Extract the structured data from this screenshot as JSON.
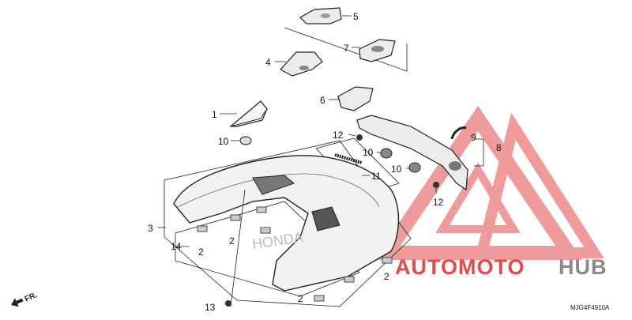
{
  "diagram": {
    "callouts": [
      {
        "id": "c1",
        "label": "1"
      },
      {
        "id": "c2a",
        "label": "2"
      },
      {
        "id": "c2b",
        "label": "2"
      },
      {
        "id": "c2c",
        "label": "2"
      },
      {
        "id": "c2d",
        "label": "2"
      },
      {
        "id": "c3",
        "label": "3"
      },
      {
        "id": "c4",
        "label": "4"
      },
      {
        "id": "c5",
        "label": "5"
      },
      {
        "id": "c6",
        "label": "6"
      },
      {
        "id": "c7",
        "label": "7"
      },
      {
        "id": "c8",
        "label": "8"
      },
      {
        "id": "c9",
        "label": "9"
      },
      {
        "id": "c10a",
        "label": "10"
      },
      {
        "id": "c10b",
        "label": "10"
      },
      {
        "id": "c10c",
        "label": "10"
      },
      {
        "id": "c11",
        "label": "11"
      },
      {
        "id": "c12a",
        "label": "12"
      },
      {
        "id": "c12b",
        "label": "12"
      },
      {
        "id": "c13",
        "label": "13"
      },
      {
        "id": "c14",
        "label": "14"
      }
    ],
    "front_indicator": "FR.",
    "reference_code": "MJG4F4910A",
    "part_emblem_text": "HONDA"
  },
  "watermark": {
    "brand_part1": "AUTOMOTO",
    "brand_part2": "HUB",
    "color_red": "#e24a4a",
    "color_gray": "#8a8a8a"
  }
}
